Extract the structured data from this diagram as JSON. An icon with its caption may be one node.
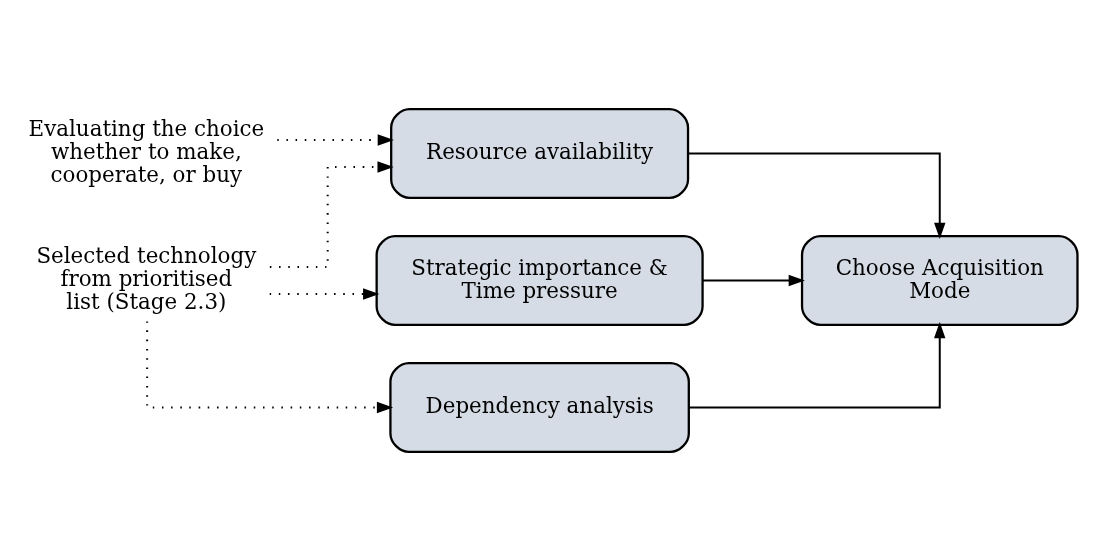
{
  "diagram": {
    "nodes": [
      {
        "text": [
          "Evaluating the choice whether to make, cooperate, or buy"
        ]
      },
      {
        "text": [
          "Selected technology from prioritised list (Stage 2.3)"
        ]
      },
      {
        "text": [
          "Resource availability"
        ]
      },
      {
        "text": [
          "Strategic importance & Time pressure"
        ]
      },
      {
        "text": [
          "Dependency analysis"
        ]
      },
      {
        "text": [
          "Choose Acquisition Mode"
        ]
      }
    ],
    "edges": [
      {
        "from": 0,
        "to": 2,
        "arrow": "to",
        "style": "dashed"
      },
      {
        "from": 1,
        "to": 2,
        "arrow": "to",
        "style": "dashed"
      },
      {
        "from": 1,
        "to": 3,
        "arrow": "to",
        "style": "dashed"
      },
      {
        "from": 1,
        "to": 4,
        "arrow": "to",
        "style": "dashed"
      },
      {
        "from": 2,
        "to": 5,
        "arrow": "to"
      },
      {
        "from": 3,
        "to": 5,
        "arrow": "to"
      },
      {
        "from": 4,
        "to": 5,
        "arrow": "to"
      }
    ]
  }
}
